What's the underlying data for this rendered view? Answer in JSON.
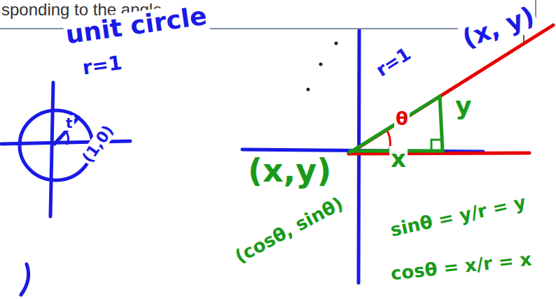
{
  "diagram": {
    "nodes": [
      {
        "text": [
          "sponding to the angle"
        ]
      }
    ],
    "labels": [
      "unit circle",
      "r=1",
      "t",
      "(1,0)",
      "r=1",
      "(x, y)",
      "θ",
      "y",
      "x",
      "(x,y)",
      "(cosθ, sinθ)",
      "sinθ = y/r = y",
      "cosθ = x/r = x"
    ]
  }
}
